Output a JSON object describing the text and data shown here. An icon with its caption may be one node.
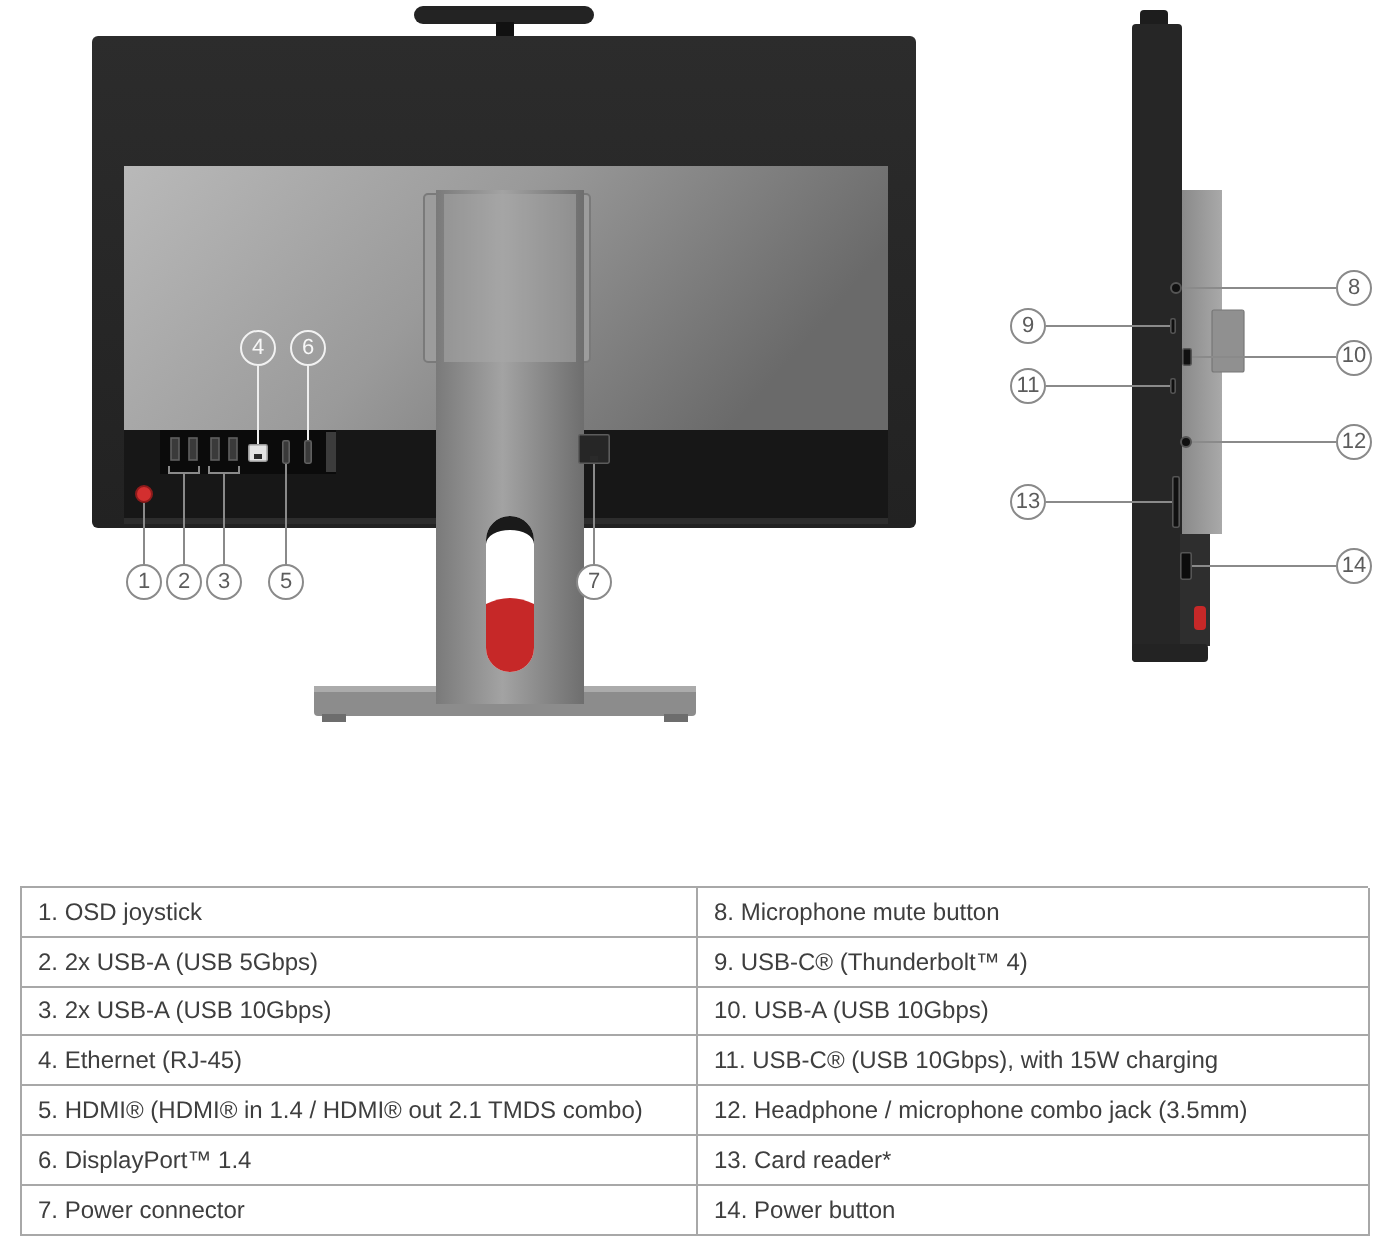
{
  "diagram": {
    "nodes": [
      {
        "text": [
          "1"
        ]
      },
      {
        "text": [
          "2"
        ]
      },
      {
        "text": [
          "3"
        ]
      },
      {
        "text": [
          "4"
        ]
      },
      {
        "text": [
          "5"
        ]
      },
      {
        "text": [
          "6"
        ]
      },
      {
        "text": [
          "7"
        ]
      },
      {
        "text": [
          "8"
        ]
      },
      {
        "text": [
          "9"
        ]
      },
      {
        "text": [
          "10"
        ]
      },
      {
        "text": [
          "11"
        ]
      },
      {
        "text": [
          "12"
        ]
      },
      {
        "text": [
          "13"
        ]
      },
      {
        "text": [
          "14"
        ]
      },
      {
        "text": [],
        "shape": "circle"
      },
      {
        "text": [],
        "shape": "box"
      },
      {
        "text": [],
        "shape": "box"
      },
      {
        "text": [],
        "shape": "box"
      },
      {
        "text": [],
        "shape": "box"
      },
      {
        "text": [],
        "shape": "box"
      },
      {
        "text": [],
        "shape": "box"
      },
      {
        "text": [],
        "shape": "circle"
      },
      {
        "text": [],
        "shape": "box"
      },
      {
        "text": [],
        "shape": "box"
      },
      {
        "text": [],
        "shape": "box"
      },
      {
        "text": [],
        "shape": "circle"
      },
      {
        "text": [],
        "shape": "box"
      },
      {
        "text": [],
        "shape": "box"
      }
    ],
    "edges": [
      {
        "from": 0,
        "to": 14,
        "arrow": "none"
      },
      {
        "from": 1,
        "to": 15,
        "arrow": "none"
      },
      {
        "from": 2,
        "to": 16,
        "arrow": "none"
      },
      {
        "from": 3,
        "to": 17,
        "arrow": "none",
        "color": "#eeeeee"
      },
      {
        "from": 4,
        "to": 18,
        "arrow": "none"
      },
      {
        "from": 5,
        "to": 19,
        "arrow": "none",
        "color": "#eeeeee"
      },
      {
        "from": 6,
        "to": 20,
        "arrow": "none"
      },
      {
        "from": 7,
        "to": 21,
        "arrow": "none"
      },
      {
        "from": 8,
        "to": 22,
        "arrow": "none"
      },
      {
        "from": 9,
        "to": 23,
        "arrow": "none"
      },
      {
        "from": 10,
        "to": 24,
        "arrow": "none"
      },
      {
        "from": 11,
        "to": 25,
        "arrow": "none"
      },
      {
        "from": 12,
        "to": 26,
        "arrow": "none"
      },
      {
        "from": 13,
        "to": 27,
        "arrow": "none"
      }
    ],
    "labels": [
      "1. OSD joystick",
      "8. Microphone mute button",
      "2. 2x USB-A (USB 5Gbps)",
      "9. USB-C® (Thunderbolt™ 4)",
      "3. 2x USB-A (USB 10Gbps)",
      "10. USB-A (USB 10Gbps)",
      "4. Ethernet (RJ-45)",
      "11. USB-C® (USB 10Gbps), with 15W charging",
      "5. HDMI® (HDMI® in 1.4 / HDMI® out 2.1 TMDS combo)",
      "12. Headphone / microphone combo jack (3.5mm)",
      "6. DisplayPort™ 1.4",
      "13. Card reader*",
      "7. Power connector",
      "14. Power button"
    ]
  }
}
